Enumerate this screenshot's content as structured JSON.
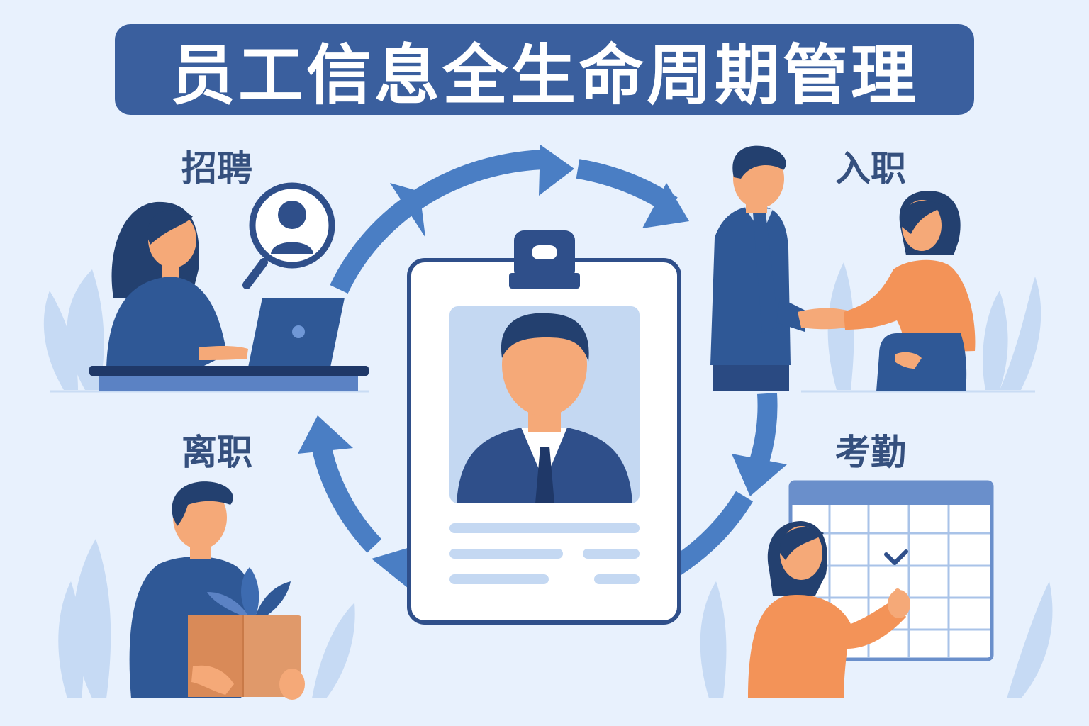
{
  "banner": {
    "title": "员工信息全生命周期管理"
  },
  "stages": {
    "recruit": "招聘",
    "onboard": "入职",
    "attendance": "考勤",
    "leave": "离职"
  },
  "colors": {
    "background": "#e8f1fd",
    "banner": "#3a5f9e",
    "arrow": "#4a7ec4",
    "navy": "#2f4f8a",
    "orange": "#f39358",
    "skin": "#f5a978",
    "leaf": "#bcd3f2"
  },
  "icons": [
    "search-user-icon",
    "laptop-icon",
    "id-badge-icon",
    "calendar-icon",
    "checkmark-icon",
    "cycle-arrow-icon",
    "plant-icon",
    "moving-box-icon"
  ]
}
